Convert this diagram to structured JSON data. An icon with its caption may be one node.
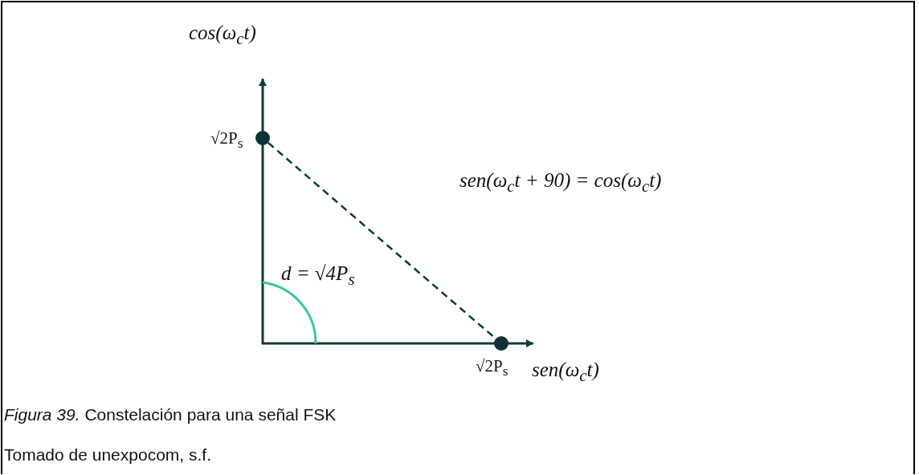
{
  "diagram": {
    "caption": "*Figura 39.* Constelación para una señal FSK",
    "nodes": [
      {
        "text": [],
        "shape": "circle",
        "beside": [
          "√2P$_{s}$"
        ]
      },
      {
        "text": [],
        "shape": "circle",
        "beside": [
          "√2P$_{s}$"
        ]
      }
    ],
    "edges": [
      {
        "from": 0,
        "to": 1,
        "arrow": "none",
        "style": "dashed",
        "label": "d = √4P$_{s}$"
      }
    ],
    "labels": [
      "cos(ω$_{c}$t)",
      "sen(ω$_{c}$t + 90) = cos(ω$_{c}$t)",
      "sen(ω$_{c}$t)",
      "Tomado de unexpocom, s.f."
    ]
  }
}
